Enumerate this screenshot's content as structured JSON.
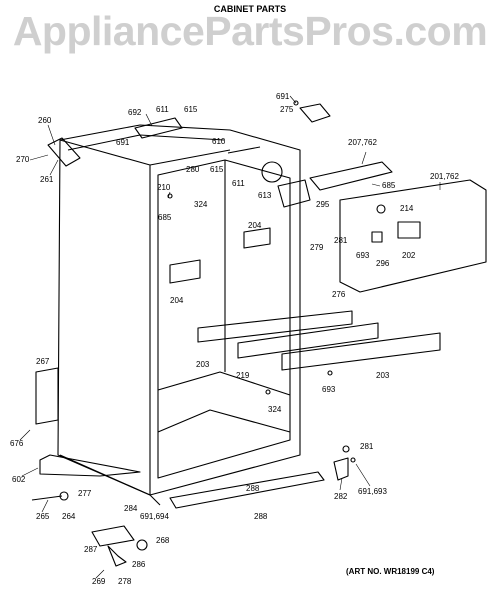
{
  "watermark": "AppliancePartsPros.com",
  "title": "CABINET PARTS",
  "art_number": "(ART NO. WR18199 C4)",
  "callouts": [
    "691",
    "275",
    "692",
    "611",
    "615",
    "260",
    "691",
    "610",
    "270",
    "261",
    "280",
    "615",
    "210",
    "611",
    "613",
    "207,762",
    "685",
    "324",
    "685",
    "201,762",
    "214",
    "295",
    "281",
    "204",
    "279",
    "693",
    "202",
    "296",
    "276",
    "204",
    "267",
    "203",
    "219",
    "203",
    "693",
    "324",
    "676",
    "281",
    "602",
    "277",
    "288",
    "282",
    "691,693",
    "265",
    "264",
    "284",
    "691,694",
    "288",
    "287",
    "268",
    "286",
    "269",
    "278"
  ]
}
